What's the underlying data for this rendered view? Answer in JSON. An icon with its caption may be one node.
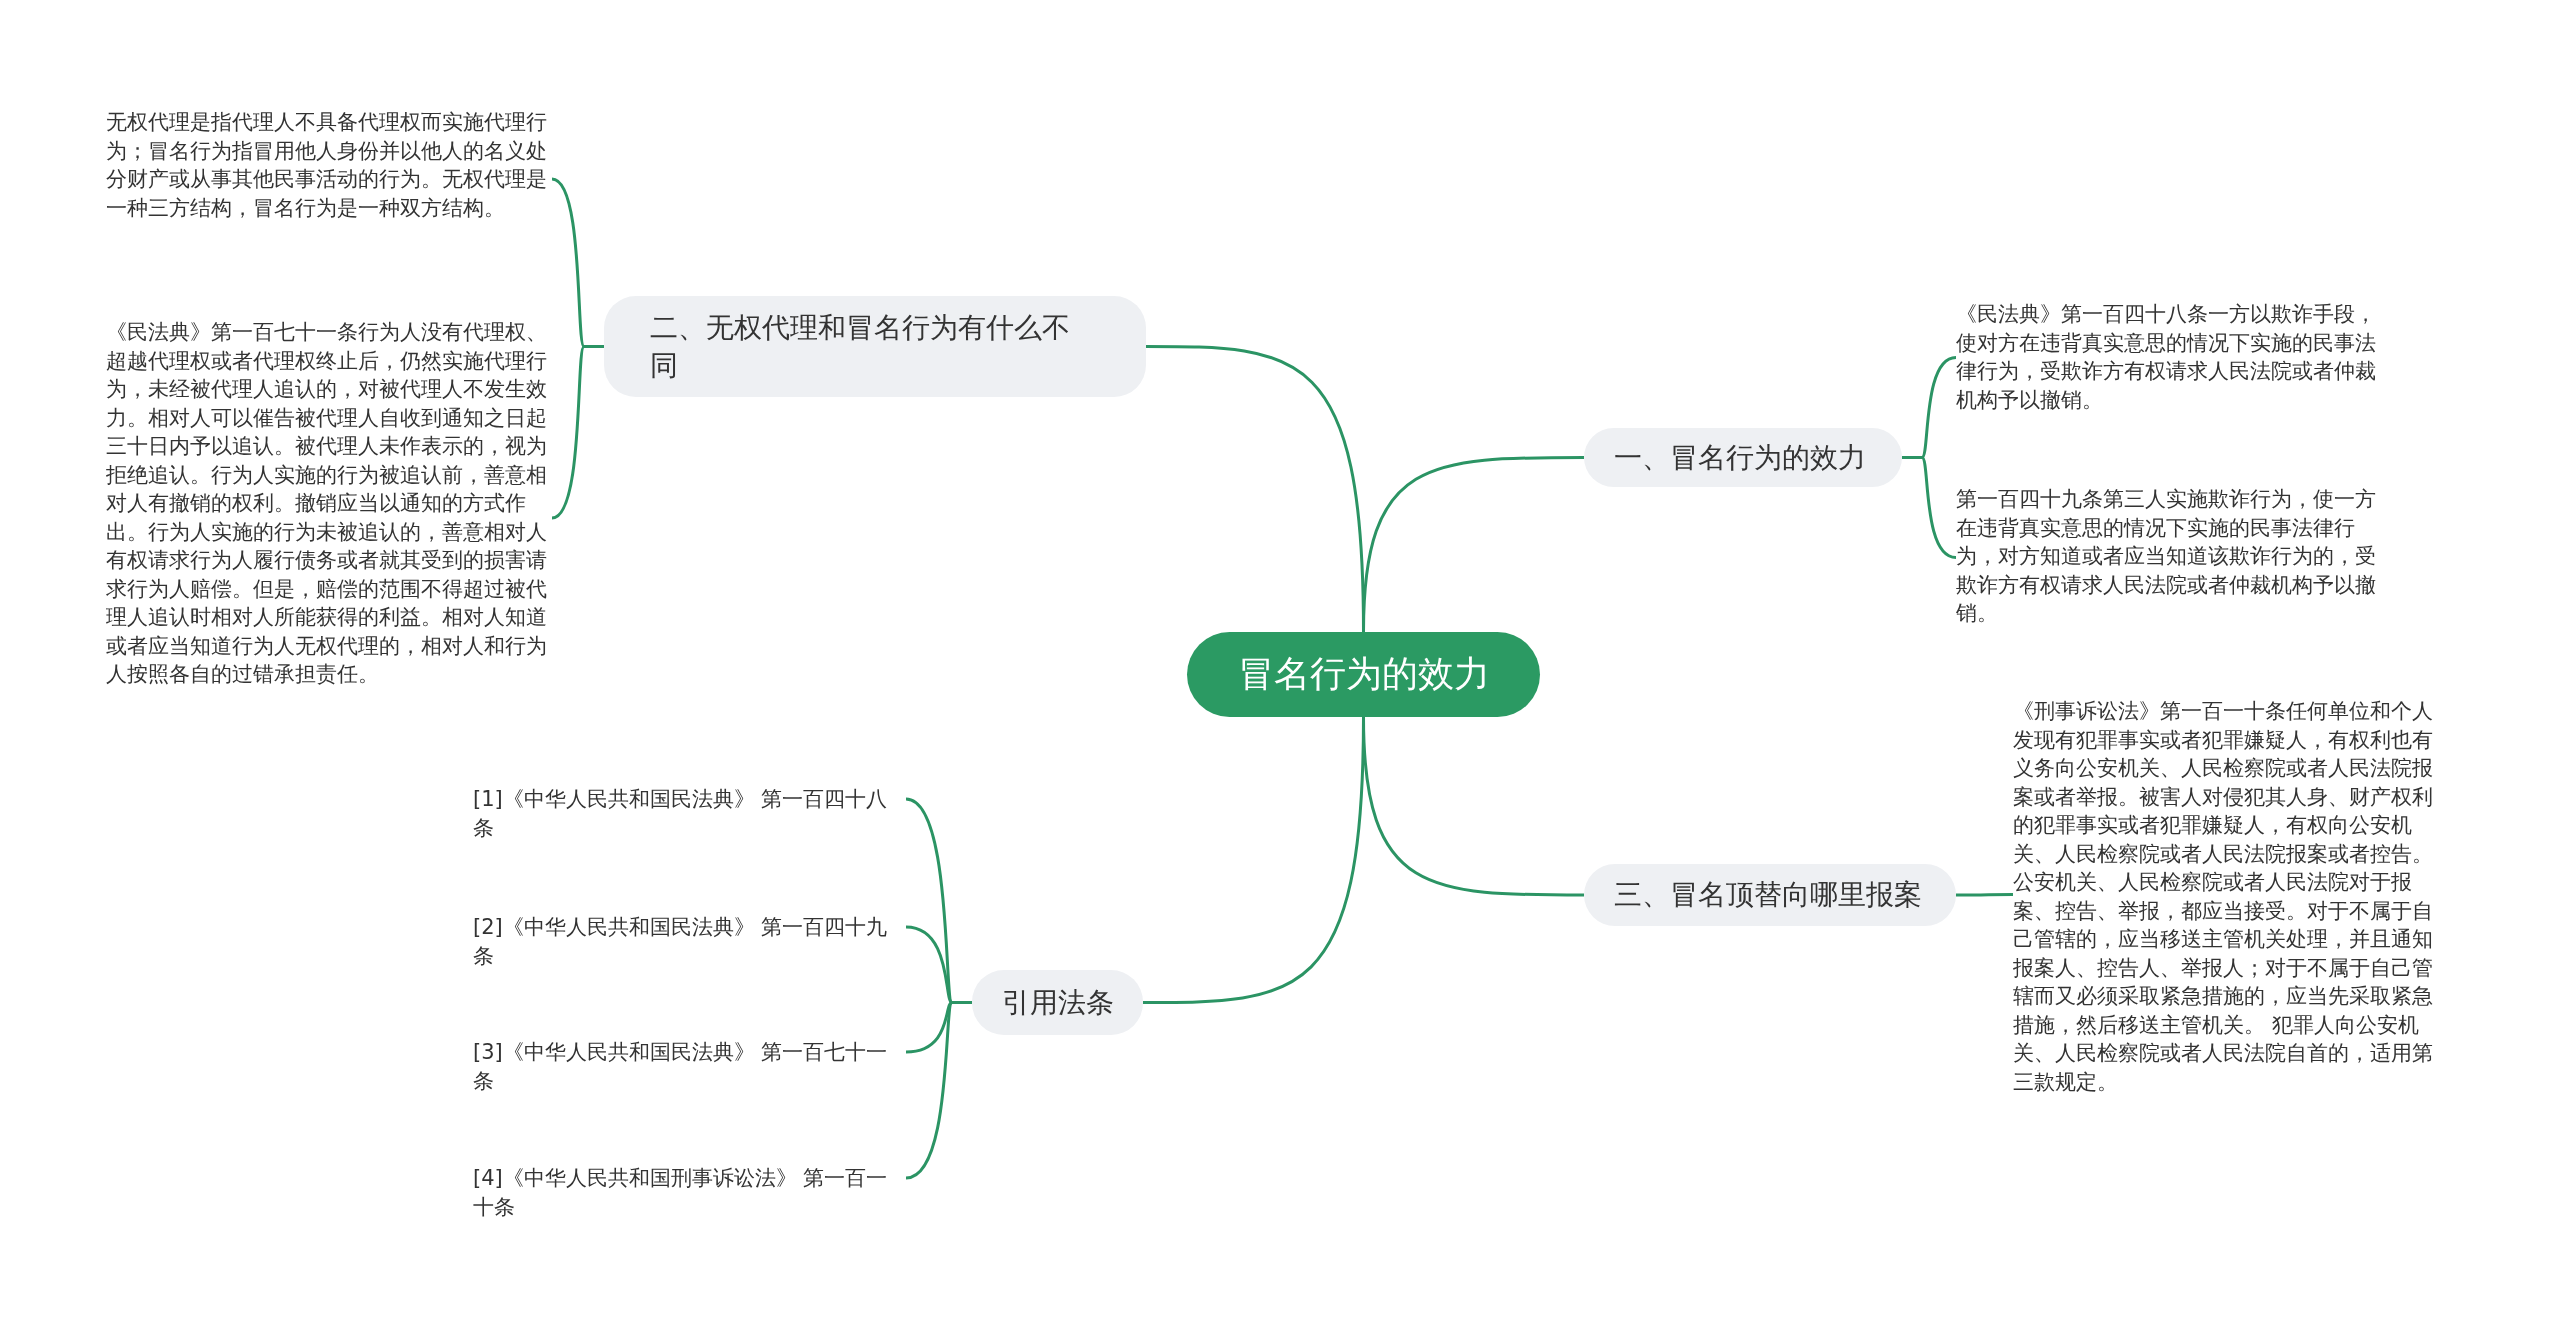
{
  "diagram": {
    "nodes": [
      {
        "text": [
          "冒名行为的效力"
        ]
      },
      {
        "text": [
          "一、冒名行为的效力"
        ]
      },
      {
        "text": [
          "《民法典》第一百四十八条一方以欺诈手段，使对方在违背真实意思的情况下实施的民事法律行为，受欺诈方有权请求人民法院或者仲裁机构予以撤销。"
        ]
      },
      {
        "text": [
          "第一百四十九条第三人实施欺诈行为，使一方在违背真实意思的情况下实施的民事法律行为，对方知道或者应当知道该欺诈行为的，受欺诈方有权请求人民法院或者仲裁机构予以撤销。"
        ]
      },
      {
        "text": [
          "二、无权代理和冒名行为有什么不同"
        ]
      },
      {
        "text": [
          "无权代理是指代理人不具备代理权而实施代理行为；冒名行为指冒用他人身份并以他人的名义处分财产或从事其他民事活动的行为。无权代理是一种三方结构，冒名行为是一种双方结构。"
        ]
      },
      {
        "text": [
          "《民法典》第一百七十一条行为人没有代理权、超越代理权或者代理权终止后，仍然实施代理行为，未经被代理人追认的，对被代理人不发生效力。相对人可以催告被代理人自收到通知之日起三十日内予以追认。被代理人未作表示的，视为拒绝追认。行为人实施的行为被追认前，善意相对人有撤销的权利。撤销应当以通知的方式作出。行为人实施的行为未被追认的，善意相对人有权请求行为人履行债务或者就其受到的损害请求行为人赔偿。但是，赔偿的范围不得超过被代理人追认时相对人所能获得的利益。相对人知道或者应当知道行为人无权代理的，相对人和行为人按照各自的过错承担责任。"
        ]
      },
      {
        "text": [
          "三、冒名顶替向哪里报案"
        ]
      },
      {
        "text": [
          "《刑事诉讼法》第一百一十条任何单位和个人发现有犯罪事实或者犯罪嫌疑人，有权利也有义务向公安机关、人民检察院或者人民法院报案或者举报。被害人对侵犯其人身、财产权利的犯罪事实或者犯罪嫌疑人，有权向公安机关、人民检察院或者人民法院报案或者控告。公安机关、人民检察院或者人民法院对于报案、控告、举报，都应当接受。对于不属于自己管辖的，应当移送主管机关处理，并且通知报案人、控告人、举报人；对于不属于自己管辖而又必须采取紧急措施的，应当先采取紧急措施，然后移送主管机关。 犯罪人向公安机关、人民检察院或者人民法院自首的，适用第三款规定。"
        ]
      },
      {
        "text": [
          "引用法条"
        ]
      },
      {
        "text": [
          "[1]《中华人民共和国民法典》 第一百四十八条"
        ]
      },
      {
        "text": [
          "[2]《中华人民共和国民法典》 第一百四十九条"
        ]
      },
      {
        "text": [
          "[3]《中华人民共和国民法典》 第一百七十一条"
        ]
      },
      {
        "text": [
          "[4]《中华人民共和国刑事诉讼法》 第一百一十条"
        ]
      }
    ],
    "edges": [
      {
        "from": 0,
        "to": 1,
        "arrow": "none"
      },
      {
        "from": 1,
        "to": 2,
        "arrow": "none"
      },
      {
        "from": 1,
        "to": 3,
        "arrow": "none"
      },
      {
        "from": 0,
        "to": 4,
        "arrow": "none"
      },
      {
        "from": 4,
        "to": 5,
        "arrow": "none"
      },
      {
        "from": 4,
        "to": 6,
        "arrow": "none"
      },
      {
        "from": 0,
        "to": 7,
        "arrow": "none"
      },
      {
        "from": 7,
        "to": 8,
        "arrow": "none"
      },
      {
        "from": 0,
        "to": 9,
        "arrow": "none"
      },
      {
        "from": 9,
        "to": 10,
        "arrow": "none"
      },
      {
        "from": 9,
        "to": 11,
        "arrow": "none"
      },
      {
        "from": 9,
        "to": 12,
        "arrow": "none"
      },
      {
        "from": 9,
        "to": 13,
        "arrow": "none"
      }
    ]
  }
}
